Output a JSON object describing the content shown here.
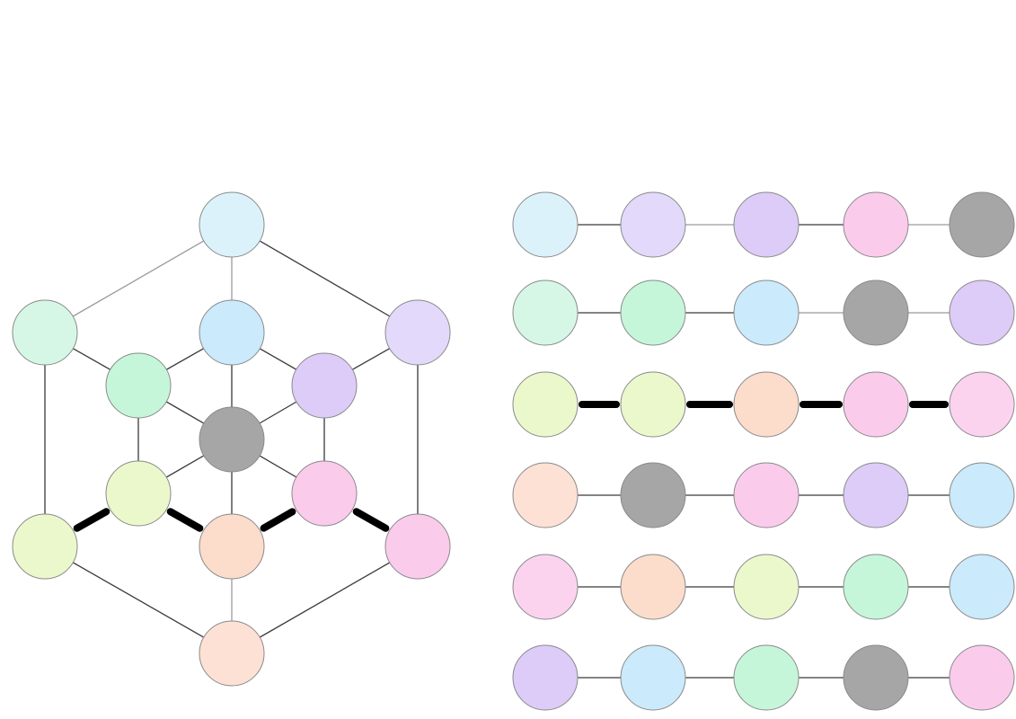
{
  "colors": {
    "light-blue": "#dcf2fb",
    "sky": "#cbeafb",
    "mint": "#d6f7e6",
    "green": "#c6f6da",
    "lavender": "#e3d9fb",
    "purple": "#ddcbf8",
    "gray": "#a6a6a6",
    "yellow": "#ebf8cc",
    "pink": "#fbcbec",
    "light-pink": "#fbd3ef",
    "peach": "#fcdccb",
    "light-peach": "#fde1d4"
  },
  "cube": {
    "nodes": [
      {
        "id": "top",
        "color": "light-blue"
      },
      {
        "id": "upper-left",
        "color": "mint"
      },
      {
        "id": "upper-right",
        "color": "lavender"
      },
      {
        "id": "lower-left",
        "color": "yellow"
      },
      {
        "id": "lower-right",
        "color": "pink"
      },
      {
        "id": "bottom",
        "color": "light-peach"
      },
      {
        "id": "inner-top",
        "color": "sky"
      },
      {
        "id": "inner-upper-left",
        "color": "green"
      },
      {
        "id": "inner-upper-right",
        "color": "purple"
      },
      {
        "id": "inner-lower-left",
        "color": "yellow"
      },
      {
        "id": "inner-lower-right",
        "color": "pink"
      },
      {
        "id": "inner-bottom",
        "color": "peach"
      },
      {
        "id": "center",
        "color": "gray"
      }
    ],
    "edges": [
      {
        "from": "top",
        "to": "upper-left",
        "style": "light"
      },
      {
        "from": "top",
        "to": "upper-right",
        "style": "normal"
      },
      {
        "from": "upper-left",
        "to": "lower-left",
        "style": "normal"
      },
      {
        "from": "upper-right",
        "to": "lower-right",
        "style": "normal"
      },
      {
        "from": "lower-left",
        "to": "bottom",
        "style": "normal"
      },
      {
        "from": "lower-right",
        "to": "bottom",
        "style": "normal"
      },
      {
        "from": "top",
        "to": "inner-top",
        "style": "light"
      },
      {
        "from": "upper-left",
        "to": "inner-upper-left",
        "style": "normal"
      },
      {
        "from": "upper-right",
        "to": "inner-upper-right",
        "style": "normal"
      },
      {
        "from": "lower-left",
        "to": "inner-lower-left",
        "style": "bold"
      },
      {
        "from": "lower-right",
        "to": "inner-lower-right",
        "style": "bold"
      },
      {
        "from": "bottom",
        "to": "inner-bottom",
        "style": "light"
      },
      {
        "from": "inner-top",
        "to": "inner-upper-left",
        "style": "normal"
      },
      {
        "from": "inner-top",
        "to": "inner-upper-right",
        "style": "normal"
      },
      {
        "from": "inner-upper-left",
        "to": "inner-lower-left",
        "style": "normal"
      },
      {
        "from": "inner-upper-right",
        "to": "inner-lower-right",
        "style": "normal"
      },
      {
        "from": "inner-lower-left",
        "to": "inner-bottom",
        "style": "bold"
      },
      {
        "from": "inner-lower-right",
        "to": "inner-bottom",
        "style": "bold"
      },
      {
        "from": "center",
        "to": "inner-top",
        "style": "normal"
      },
      {
        "from": "center",
        "to": "inner-upper-left",
        "style": "normal"
      },
      {
        "from": "center",
        "to": "inner-upper-right",
        "style": "normal"
      },
      {
        "from": "center",
        "to": "inner-lower-left",
        "style": "normal"
      },
      {
        "from": "center",
        "to": "inner-lower-right",
        "style": "normal"
      },
      {
        "from": "center",
        "to": "inner-bottom",
        "style": "normal"
      }
    ]
  },
  "rows": [
    {
      "colors": [
        "light-blue",
        "lavender",
        "purple",
        "pink",
        "gray"
      ],
      "edges": [
        "normal",
        "light",
        "normal",
        "light"
      ]
    },
    {
      "colors": [
        "mint",
        "green",
        "sky",
        "gray",
        "purple"
      ],
      "edges": [
        "normal",
        "normal",
        "light",
        "light"
      ]
    },
    {
      "colors": [
        "yellow",
        "yellow",
        "peach",
        "pink",
        "light-pink"
      ],
      "edges": [
        "bold",
        "bold",
        "bold",
        "bold"
      ]
    },
    {
      "colors": [
        "light-peach",
        "gray",
        "pink",
        "purple",
        "sky"
      ],
      "edges": [
        "normal",
        "normal",
        "normal",
        "normal"
      ]
    },
    {
      "colors": [
        "light-pink",
        "peach",
        "yellow",
        "green",
        "sky"
      ],
      "edges": [
        "normal",
        "normal",
        "normal",
        "normal"
      ]
    },
    {
      "colors": [
        "purple",
        "sky",
        "green",
        "gray",
        "pink"
      ],
      "edges": [
        "normal",
        "normal",
        "normal",
        "normal"
      ]
    }
  ]
}
